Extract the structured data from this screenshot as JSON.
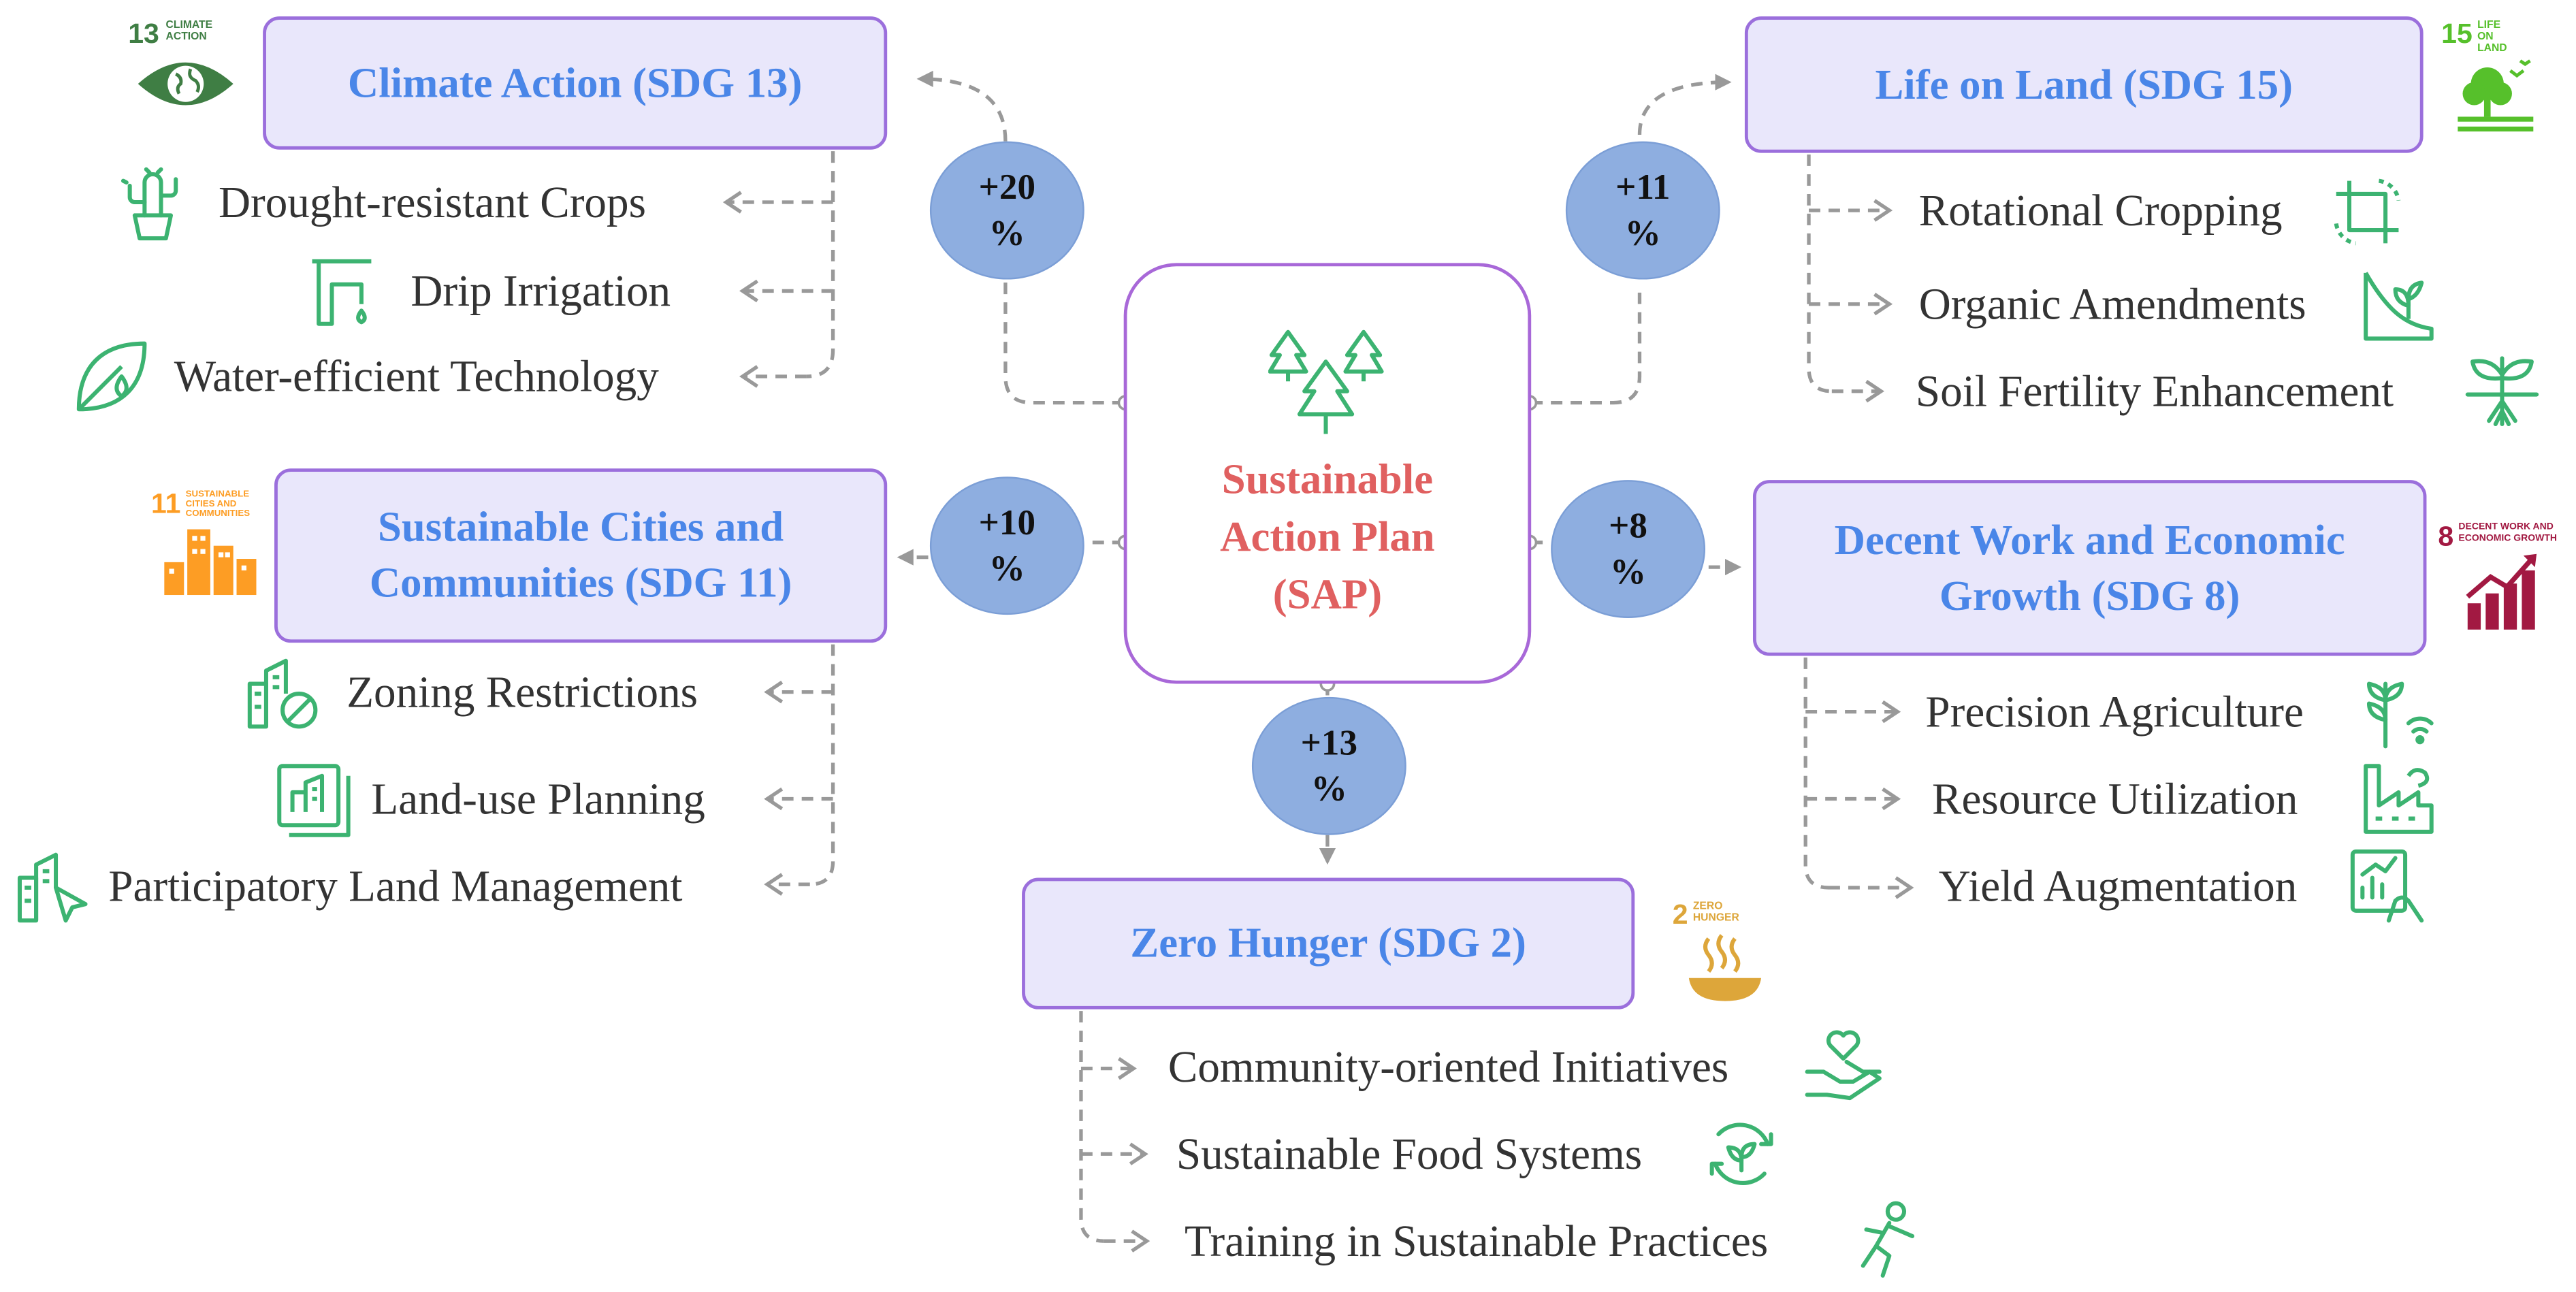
{
  "center": {
    "title_lines": [
      "Sustainable",
      "Action Plan",
      "(SAP)"
    ],
    "icon": "trees-icon"
  },
  "goals": {
    "climate": {
      "title": "Climate Action (SDG 13)",
      "percent": "+20",
      "percent_unit": "%",
      "sdg_number": "13",
      "sdg_label": "CLIMATE ACTION",
      "sdg_color": "#3f7e44",
      "items": [
        {
          "label": "Drought-resistant Crops",
          "icon": "cactus-icon"
        },
        {
          "label": "Drip Irrigation",
          "icon": "faucet-icon"
        },
        {
          "label": "Water-efficient Technology",
          "icon": "leaf-drop-icon"
        }
      ]
    },
    "land": {
      "title": "Life on Land (SDG 15)",
      "percent": "+11",
      "percent_unit": "%",
      "sdg_number": "15",
      "sdg_label": "LIFE ON LAND",
      "sdg_color": "#56c02b",
      "items": [
        {
          "label": "Rotational Cropping",
          "icon": "crop-rotate-icon"
        },
        {
          "label": "Organic Amendments",
          "icon": "plant-hill-icon"
        },
        {
          "label": "Soil Fertility Enhancement",
          "icon": "sprout-roots-icon"
        }
      ]
    },
    "cities": {
      "title_lines": [
        "Sustainable Cities and",
        "Communities (SDG 11)"
      ],
      "percent": "+10",
      "percent_unit": "%",
      "sdg_number": "11",
      "sdg_label": "SUSTAINABLE CITIES AND COMMUNITIES",
      "sdg_color": "#fd9d24",
      "items": [
        {
          "label": "Zoning Restrictions",
          "icon": "building-ban-icon"
        },
        {
          "label": "Land-use Planning",
          "icon": "map-building-icon"
        },
        {
          "label": "Participatory Land Management",
          "icon": "building-cursor-icon"
        }
      ]
    },
    "work": {
      "title_lines": [
        "Decent Work and Economic",
        "Growth (SDG 8)"
      ],
      "percent": "+8",
      "percent_unit": "%",
      "sdg_number": "8",
      "sdg_label": "DECENT WORK AND ECONOMIC GROWTH",
      "sdg_color": "#a21942",
      "items": [
        {
          "label": "Precision Agriculture",
          "icon": "wheat-wifi-icon"
        },
        {
          "label": "Resource Utilization",
          "icon": "factory-icon"
        },
        {
          "label": "Yield Augmentation",
          "icon": "chart-hand-icon"
        }
      ]
    },
    "hunger": {
      "title": "Zero Hunger (SDG 2)",
      "percent": "+13",
      "percent_unit": "%",
      "sdg_number": "2",
      "sdg_label": "ZERO HUNGER",
      "sdg_color": "#dda63a",
      "items": [
        {
          "label": "Community-oriented Initiatives",
          "icon": "hands-heart-icon"
        },
        {
          "label": "Sustainable Food Systems",
          "icon": "leaf-cycle-icon"
        },
        {
          "label": "Training in Sustainable Practices",
          "icon": "person-running-icon"
        }
      ]
    }
  },
  "colors": {
    "box_fill": "#e9e7fb",
    "box_border": "#9b6fdc",
    "title_blue": "#4a86e8",
    "center_red": "#e06060",
    "bubble": "#8eaee0",
    "icon_green": "#3cb371",
    "connector": "#999999"
  }
}
